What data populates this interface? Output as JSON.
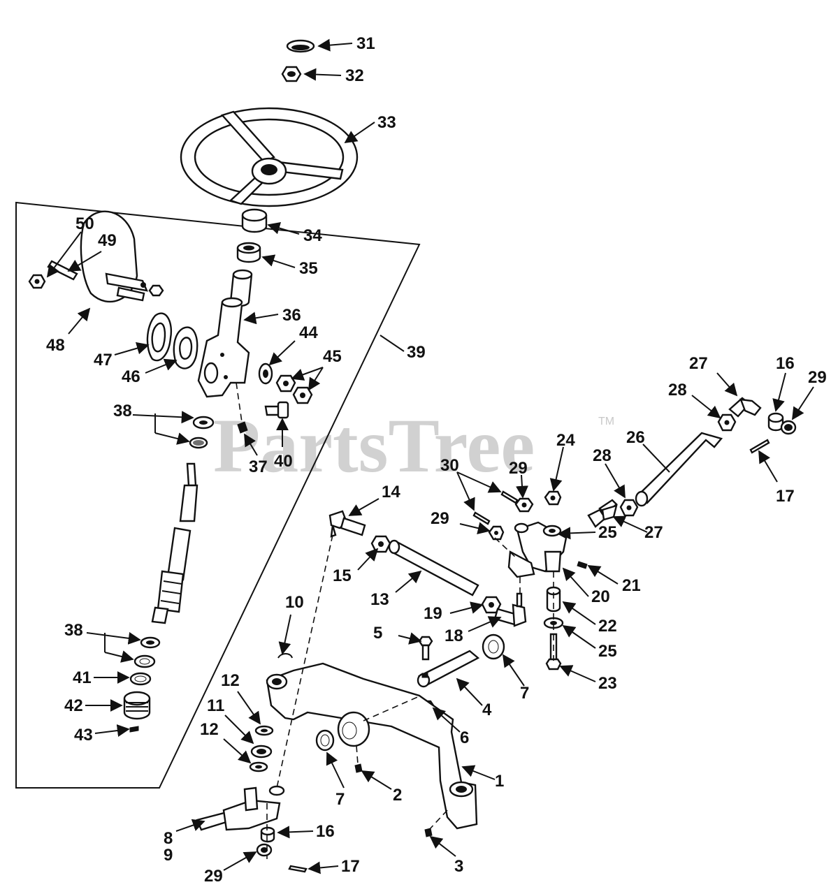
{
  "watermark": {
    "text": "PartsTree",
    "trademark": "TM"
  },
  "callouts": {
    "c1": "1",
    "c2": "2",
    "c3": "3",
    "c4": "4",
    "c5": "5",
    "c6": "6",
    "c7a": "7",
    "c7b": "7",
    "c8": "8",
    "c9": "9",
    "c10": "10",
    "c11": "11",
    "c12a": "12",
    "c12b": "12",
    "c13": "13",
    "c14": "14",
    "c15": "15",
    "c16a": "16",
    "c16b": "16",
    "c17a": "17",
    "c17b": "17",
    "c18": "18",
    "c19": "19",
    "c20": "20",
    "c21": "21",
    "c22": "22",
    "c23": "23",
    "c24": "24",
    "c25a": "25",
    "c25b": "25",
    "c26": "26",
    "c27a": "27",
    "c27b": "27",
    "c28a": "28",
    "c28b": "28",
    "c29a": "29",
    "c29b": "29",
    "c29c": "29",
    "c29d": "29",
    "c30": "30",
    "c31": "31",
    "c32": "32",
    "c33": "33",
    "c34": "34",
    "c35": "35",
    "c36": "36",
    "c37": "37",
    "c38a": "38",
    "c38b": "38",
    "c39": "39",
    "c40": "40",
    "c41": "41",
    "c42": "42",
    "c43": "43",
    "c44": "44",
    "c45": "45",
    "c46": "46",
    "c47": "47",
    "c48": "48",
    "c49": "49",
    "c50": "50"
  }
}
